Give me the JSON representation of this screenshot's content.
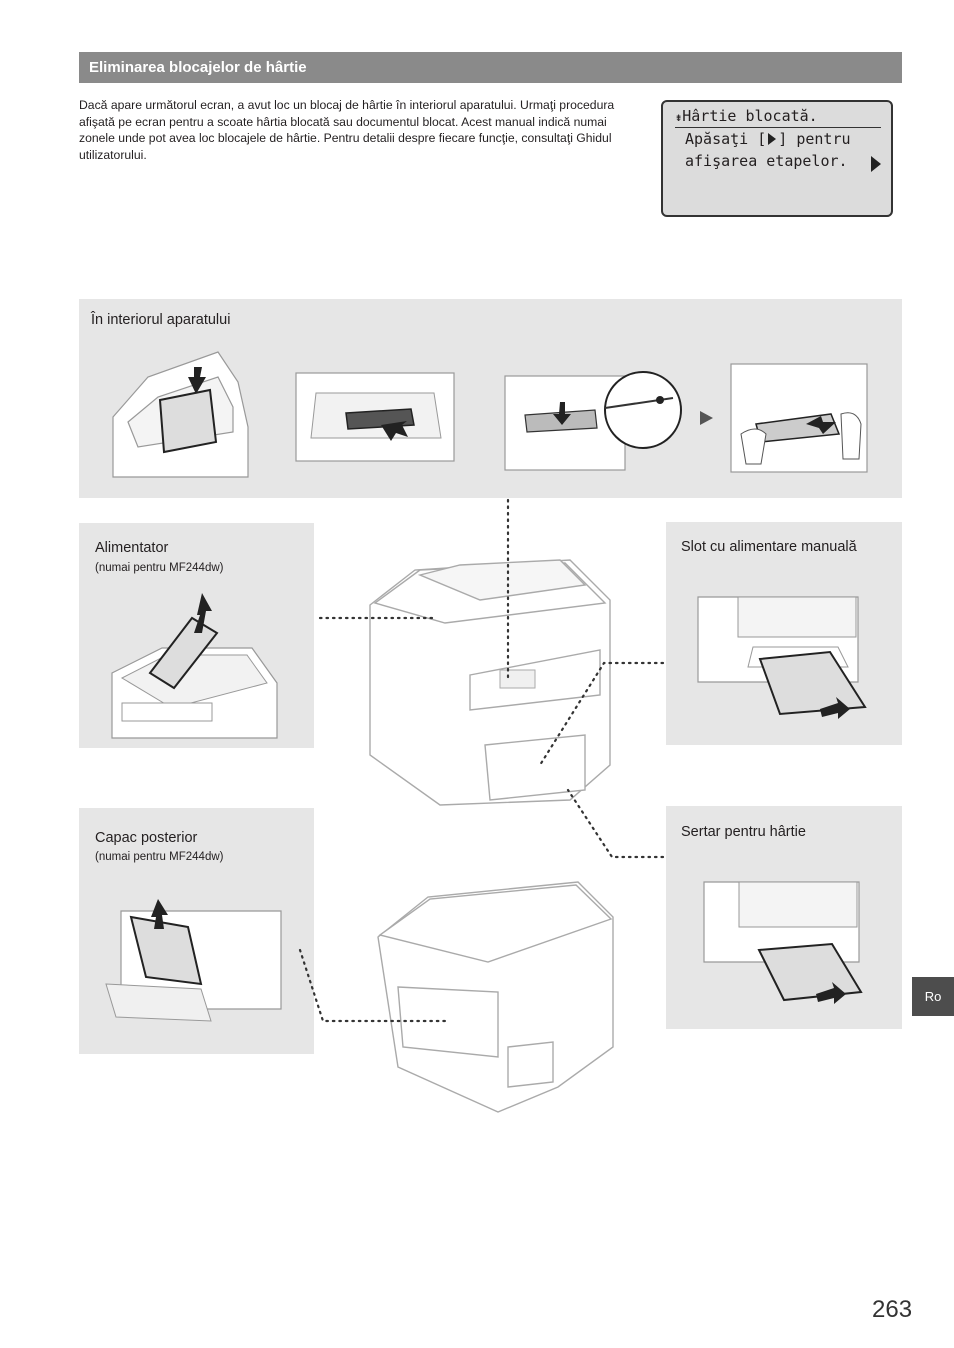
{
  "section": {
    "title": "Eliminarea blocajelor de hârtie"
  },
  "intro": "Dacă apare următorul ecran, a avut loc un blocaj de hârtie în interiorul aparatului. Urmaţi procedura afişată pe ecran pentru a scoate hârtia blocată sau documentul blocat. Acest manual indică numai zonele unde pot avea loc blocajele de hârtie. Pentru detalii despre fiecare funcţie, consultaţi Ghidul utilizatorului.",
  "lcd": {
    "line1": "Hârtie blocată.",
    "line2a": "Apăsaţi [",
    "line2b": "] pentru",
    "line3": "afişarea etapelor.",
    "icon": "paper-jam-icon"
  },
  "panels": {
    "inside": {
      "label": "În interiorul aparatului"
    },
    "feeder": {
      "label": "Alimentator",
      "sub": "(numai pentru MF244dw)"
    },
    "manual": {
      "label": "Slot cu alimentare manuală"
    },
    "rear": {
      "label": "Capac posterior",
      "sub": "(numai pentru MF244dw)"
    },
    "drawer": {
      "label": "Sertar pentru hârtie"
    }
  },
  "side_tab": "Ro",
  "page_number": "263",
  "colors": {
    "section_bar": "#8a8a8a",
    "panel_bg": "#e6e6e6",
    "tab_bg": "#4d4d4d"
  }
}
